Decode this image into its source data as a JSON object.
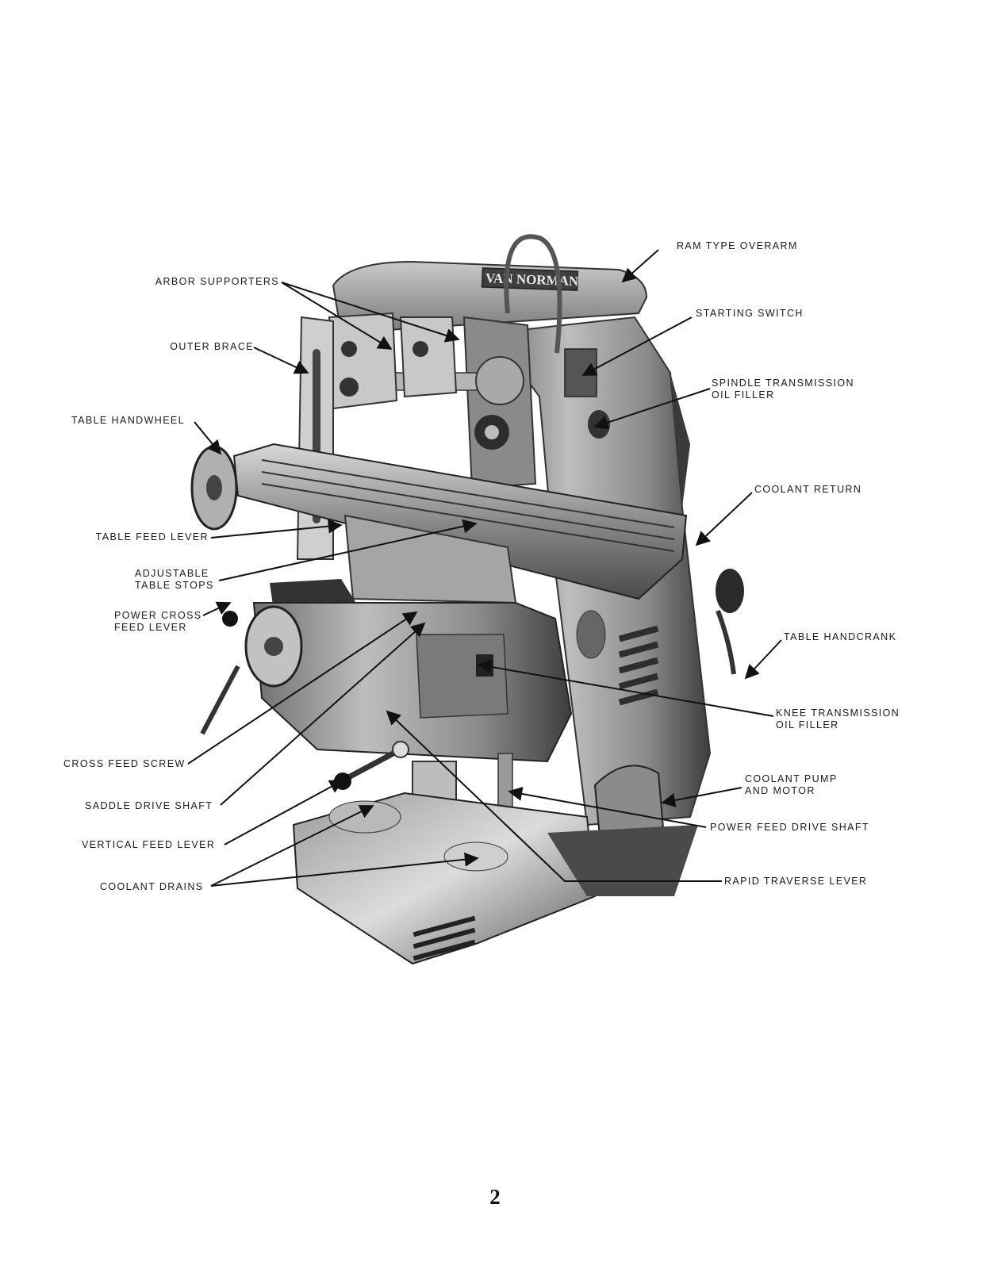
{
  "labels": {
    "ram_type_overarm": "RAM TYPE OVERARM",
    "arbor_supporters": "ARBOR SUPPORTERS",
    "starting_switch": "STARTING SWITCH",
    "outer_brace": "OUTER BRACE",
    "spindle_transmission_oil_filler": [
      "SPINDLE TRANSMISSION",
      "OIL FILLER"
    ],
    "table_handwheel": "TABLE HANDWHEEL",
    "coolant_return": "COOLANT RETURN",
    "table_feed_lever": "TABLE FEED LEVER",
    "adjustable_table_stops": [
      "ADJUSTABLE",
      "TABLE STOPS"
    ],
    "power_cross_feed_lever": [
      "POWER CROSS",
      "FEED LEVER"
    ],
    "table_handcrank": "TABLE HANDCRANK",
    "knee_transmission_oil_filler": [
      "KNEE TRANSMISSION",
      "OIL FILLER"
    ],
    "cross_feed_screw": "CROSS FEED SCREW",
    "coolant_pump_and_motor": [
      "COOLANT PUMP",
      "AND MOTOR"
    ],
    "saddle_drive_shaft": "SADDLE DRIVE SHAFT",
    "power_feed_drive_shaft": "POWER FEED DRIVE SHAFT",
    "vertical_feed_lever": "VERTICAL FEED LEVER",
    "coolant_drains": "COOLANT DRAINS",
    "rapid_traverse_lever": "RAPID TRAVERSE LEVER"
  },
  "nameplate": "VAN NORMAN",
  "page_number": "2"
}
